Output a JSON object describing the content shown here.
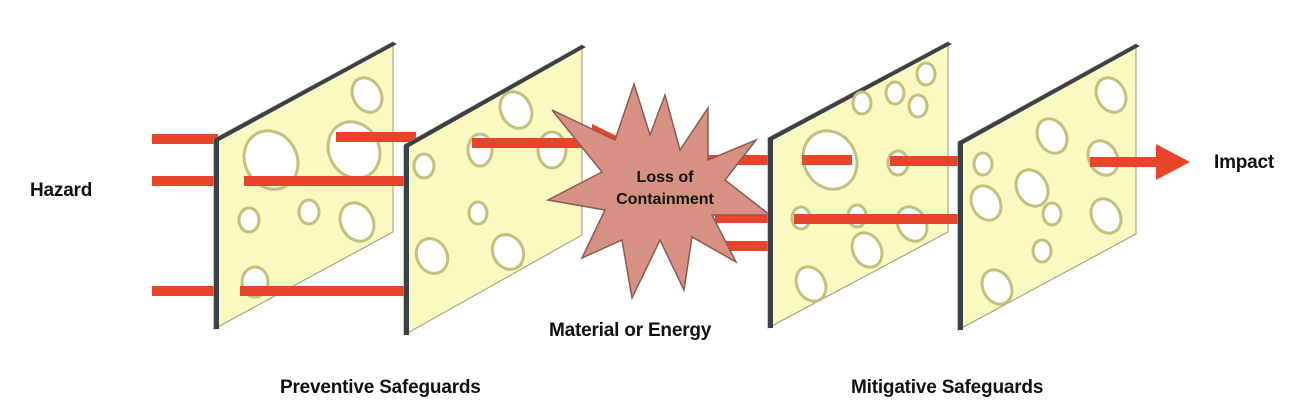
{
  "labels": {
    "hazard": "Hazard",
    "impact": "Impact",
    "material_or_energy": "Material or Energy",
    "loss_of_containment": [
      "Loss of",
      "Containment"
    ],
    "preventive_safeguards": "Preventive Safeguards",
    "mitigative_safeguards": "Mitigative Safeguards"
  },
  "colors": {
    "arrow": "#e8432b",
    "slice_fill": "#fbf9c2",
    "slice_edge": "#3b4045",
    "hole_shadow": "#c2c07a",
    "burst_fill": "#d79183",
    "burst_stroke": "#8a5a52"
  },
  "slices": [
    {
      "name": "preventive-slice-1",
      "group": "preventive"
    },
    {
      "name": "preventive-slice-2",
      "group": "preventive"
    },
    {
      "name": "mitigative-slice-1",
      "group": "mitigative"
    },
    {
      "name": "mitigative-slice-2",
      "group": "mitigative"
    }
  ]
}
